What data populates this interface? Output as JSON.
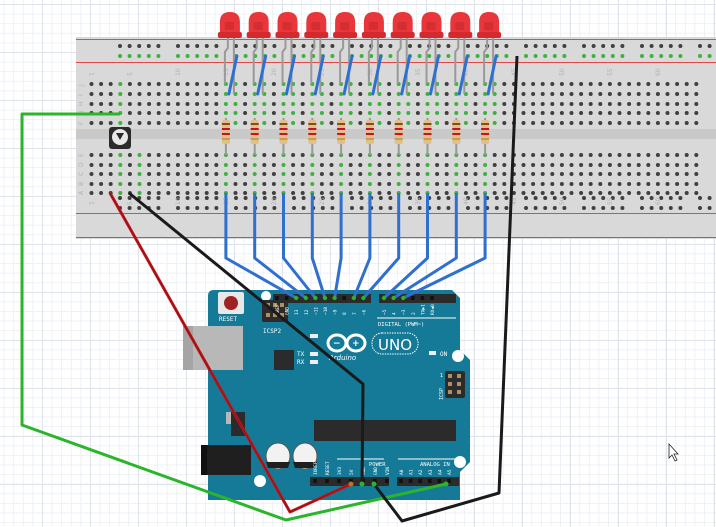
{
  "app": "Fritzing breadboard view",
  "breadboard": {
    "column_labels": [
      "1",
      "5",
      "10",
      "15",
      "20",
      "25",
      "30",
      "35",
      "40",
      "45",
      "50",
      "55",
      "60"
    ],
    "row_labels_top": [
      "J",
      "I",
      "H",
      "G",
      "F"
    ],
    "row_labels_bottom": [
      "E",
      "D",
      "C",
      "B",
      "A"
    ],
    "colors": {
      "rail_blue": "#5060e0",
      "rail_red": "#e04040",
      "body": "#d9d9d9",
      "hole": "#404040",
      "hole_active": "#3db33d"
    }
  },
  "components": {
    "leds": {
      "count": 10,
      "color": "#e8363a",
      "label": "Red LED"
    },
    "resistors": {
      "count": 10,
      "bands": [
        "#8b4a1a",
        "#c8102e",
        "#c8102e",
        "#c8a040"
      ]
    },
    "potentiometer": {
      "label": "Potentiometer"
    }
  },
  "arduino": {
    "board_color": "#147a97",
    "logo_text": "Arduino",
    "model": "UNO",
    "reset_label": "RESET",
    "icsp2_label": "ICSP2",
    "icsp_label": "ICSP",
    "icsp_pin1": "1",
    "digital_label": "DIGITAL (PWM~)",
    "tx_label": "TX",
    "rx_label": "RX",
    "on_label": "ON",
    "power_label": "POWER",
    "analog_label": "ANALOG IN",
    "digital_pins": [
      "AREF",
      "GND",
      "13",
      "12",
      "~11",
      "~10",
      "~9",
      "8",
      "7",
      "~6",
      "~5",
      "4",
      "~3",
      "2",
      "TX▶1",
      "RX◀0"
    ],
    "power_pins": [
      "IOREF",
      "RESET",
      "3V3",
      "5V",
      "GND",
      "GND",
      "VIN"
    ],
    "analog_pins": [
      "A0",
      "A1",
      "A2",
      "A3",
      "A4",
      "A5"
    ]
  },
  "wires": {
    "led_signal": {
      "color": "#2f6fcf",
      "count": 10
    },
    "power_5v": {
      "color": "#c0161c"
    },
    "ground": {
      "color": "#1a1a1a"
    },
    "analog": {
      "color": "#2bb52b"
    }
  },
  "cursor": "arrow-pointer"
}
